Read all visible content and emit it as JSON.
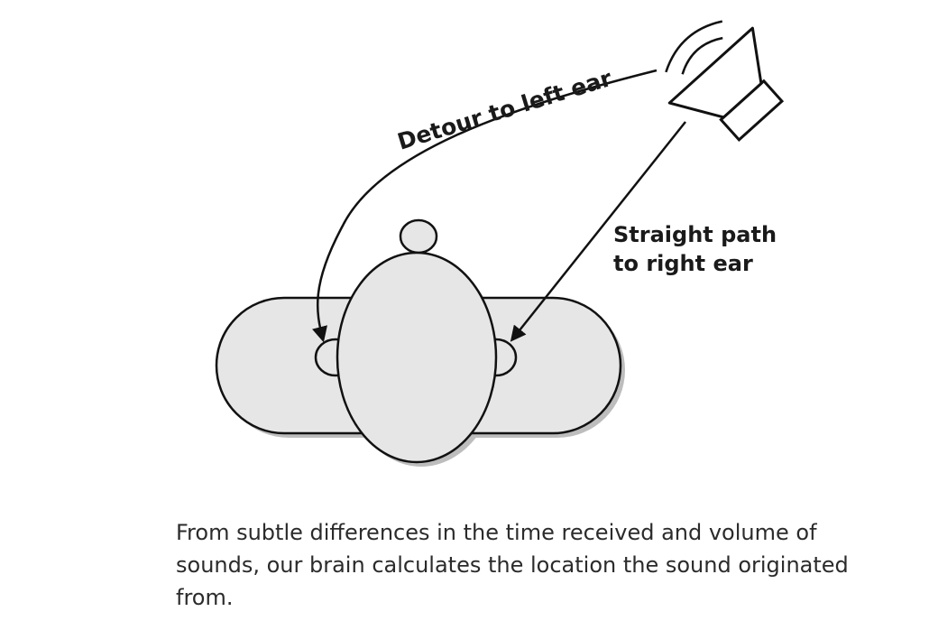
{
  "diagram": {
    "labels": {
      "left_path": "Detour to left ear",
      "right_path_line1": "Straight path",
      "right_path_line2": "to right ear"
    },
    "caption": "From subtle differences in the time received and volume of sounds, our brain calculates the location the sound originated from."
  },
  "colors": {
    "fill": "#e6e6e6",
    "stroke": "#111111",
    "shadow": "#bdbdbd"
  },
  "icons": [
    "speaker-icon",
    "head-top-view-icon"
  ]
}
